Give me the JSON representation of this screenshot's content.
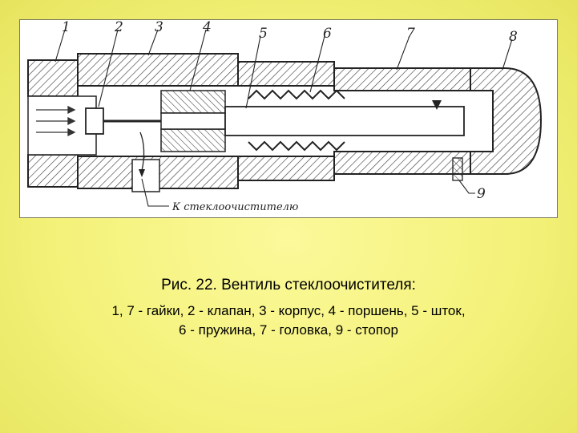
{
  "figure": {
    "part_labels": [
      "1",
      "2",
      "3",
      "4",
      "5",
      "6",
      "7",
      "8",
      "9"
    ],
    "outlet_label": "К стеклоочистителю"
  },
  "caption": {
    "title": "Рис. 22. Вентиль стеклоочистителя:",
    "line1": "1, 7 - гайки, 2 - клапан, 3 - корпус,   4 - поршень,   5 - шток,",
    "line2": "6 - пружина,   7 - головка, 9 - стопор"
  }
}
